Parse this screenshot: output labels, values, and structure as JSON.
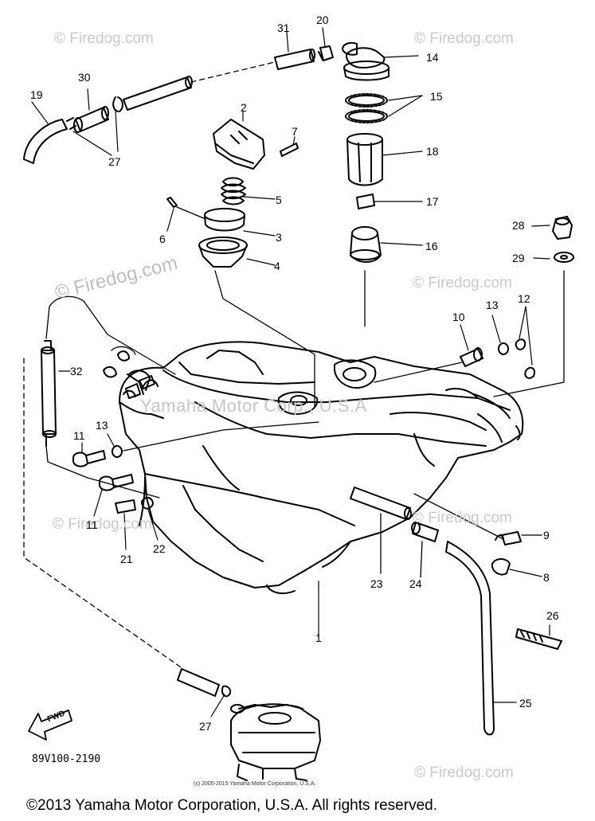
{
  "watermarks": {
    "site": "© Firedog.com",
    "corp": "Yamaha Motor Corp., U.S.A"
  },
  "part_labels": [
    "1",
    "2",
    "3",
    "4",
    "5",
    "6",
    "7",
    "8",
    "9",
    "10",
    "11",
    "11",
    "12",
    "13",
    "13",
    "14",
    "15",
    "16",
    "17",
    "18",
    "19",
    "20",
    "21",
    "22",
    "23",
    "24",
    "25",
    "26",
    "27",
    "27",
    "28",
    "29",
    "30",
    "31",
    "32"
  ],
  "fwd_label": "FWD",
  "diagram_code": "89V100-2190",
  "small_copyright": "(c) 2005-2015 Yamaha Motor Corporation, U.S.A.",
  "footer_copyright": "©2013 Yamaha Motor Corporation, U.S.A. All rights reserved."
}
